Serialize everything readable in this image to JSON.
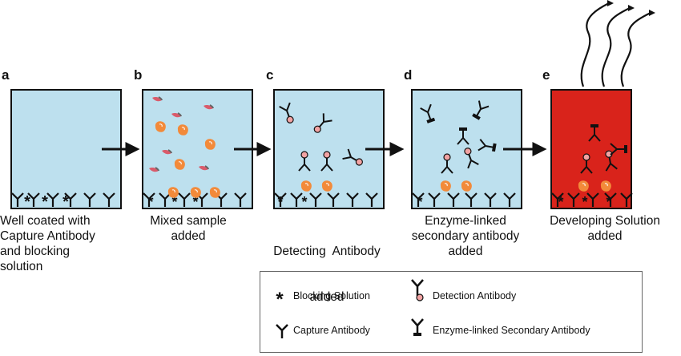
{
  "steps": [
    {
      "letter": "a",
      "caption": [
        "Well coated with",
        "Capture Antibody",
        "and blocking",
        "solution"
      ]
    },
    {
      "letter": "b",
      "caption": [
        "Mixed sample",
        "added"
      ]
    },
    {
      "letter": "c",
      "caption": [
        "Detecting  Antibody",
        "added"
      ]
    },
    {
      "letter": "d",
      "caption": [
        "Enzyme-linked",
        "secondary antibody",
        "added"
      ]
    },
    {
      "letter": "e",
      "caption": [
        "Developing Solution",
        "added"
      ]
    }
  ],
  "legend": {
    "blocking": "Blocking Solution",
    "detection": "Detection Antibody",
    "capture": "Capture Antibody",
    "enzyme": "Enzyme-linked Secondary Antibody"
  },
  "colors": {
    "well_fill": "#bde0ee",
    "developing_fill": "#d9231b",
    "antigen": "#f28a3a",
    "detection_tip": "#f2a3a3",
    "outline": "#111111"
  }
}
